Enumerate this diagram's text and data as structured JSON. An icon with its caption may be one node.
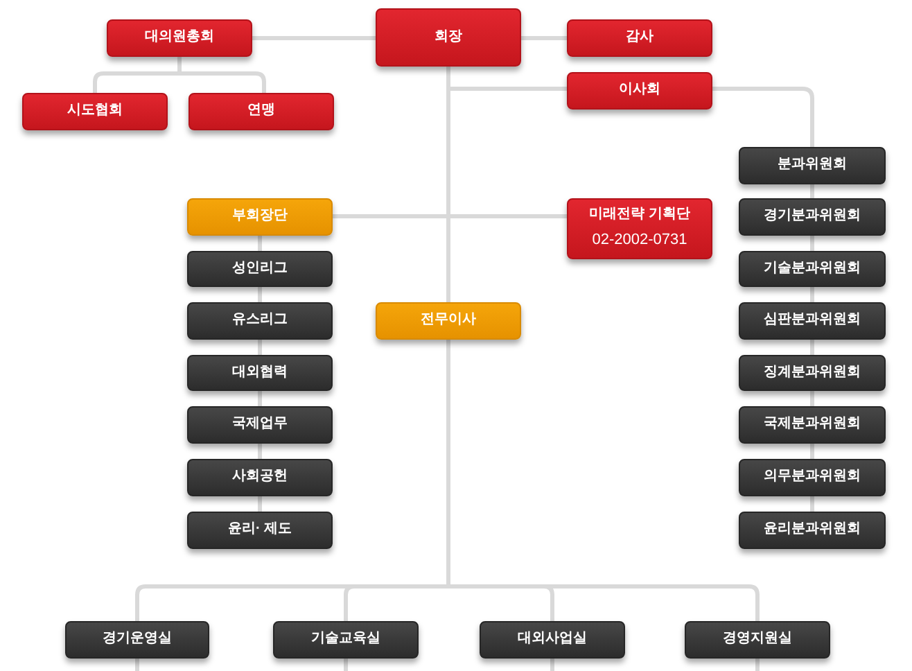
{
  "diagram": {
    "nodes": [
      {
        "text": [
          "대의원총회"
        ]
      },
      {
        "text": [
          "회장"
        ]
      },
      {
        "text": [
          "감사"
        ]
      },
      {
        "text": [
          "이사회"
        ]
      },
      {
        "text": [
          "시도협회"
        ]
      },
      {
        "text": [
          "연맹"
        ]
      },
      {
        "text": [
          "분과위원회"
        ]
      },
      {
        "text": [
          "부회장단"
        ]
      },
      {
        "text": [
          "미래전략 기획단",
          "02-2002-0731"
        ]
      },
      {
        "text": [
          "경기분과위원회"
        ]
      },
      {
        "text": [
          "성인리그"
        ]
      },
      {
        "text": [
          "기술분과위원회"
        ]
      },
      {
        "text": [
          "유스리그"
        ]
      },
      {
        "text": [
          "전무이사"
        ]
      },
      {
        "text": [
          "심판분과위원회"
        ]
      },
      {
        "text": [
          "대외협력"
        ]
      },
      {
        "text": [
          "징계분과위원회"
        ]
      },
      {
        "text": [
          "국제업무"
        ]
      },
      {
        "text": [
          "국제분과위원회"
        ]
      },
      {
        "text": [
          "사회공헌"
        ]
      },
      {
        "text": [
          "의무분과위원회"
        ]
      },
      {
        "text": [
          "윤리· 제도"
        ]
      },
      {
        "text": [
          "윤리분과위원회"
        ]
      },
      {
        "text": [
          "경기운영실"
        ]
      },
      {
        "text": [
          "기술교육실"
        ]
      },
      {
        "text": [
          "대외사업실"
        ]
      },
      {
        "text": [
          "경영지원실"
        ]
      }
    ],
    "edges": [
      {
        "from": 1,
        "to": 0,
        "arrow": "none"
      },
      {
        "from": 1,
        "to": 2,
        "arrow": "none"
      },
      {
        "from": 0,
        "to": 4,
        "arrow": "none"
      },
      {
        "from": 0,
        "to": 5,
        "arrow": "none"
      },
      {
        "from": 1,
        "to": 3,
        "arrow": "none"
      },
      {
        "from": 3,
        "to": 6,
        "arrow": "none"
      },
      {
        "from": 6,
        "to": 9,
        "arrow": "none"
      },
      {
        "from": 9,
        "to": 11,
        "arrow": "none"
      },
      {
        "from": 11,
        "to": 14,
        "arrow": "none"
      },
      {
        "from": 14,
        "to": 16,
        "arrow": "none"
      },
      {
        "from": 16,
        "to": 18,
        "arrow": "none"
      },
      {
        "from": 18,
        "to": 20,
        "arrow": "none"
      },
      {
        "from": 20,
        "to": 22,
        "arrow": "none"
      },
      {
        "from": 1,
        "to": 7,
        "arrow": "none"
      },
      {
        "from": 1,
        "to": 8,
        "arrow": "none"
      },
      {
        "from": 7,
        "to": 10,
        "arrow": "none"
      },
      {
        "from": 10,
        "to": 12,
        "arrow": "none"
      },
      {
        "from": 12,
        "to": 15,
        "arrow": "none"
      },
      {
        "from": 15,
        "to": 17,
        "arrow": "none"
      },
      {
        "from": 17,
        "to": 19,
        "arrow": "none"
      },
      {
        "from": 19,
        "to": 21,
        "arrow": "none"
      },
      {
        "from": 1,
        "to": 13,
        "arrow": "none"
      },
      {
        "from": 13,
        "to": 23,
        "arrow": "none"
      },
      {
        "from": 13,
        "to": 24,
        "arrow": "none"
      },
      {
        "from": 13,
        "to": 25,
        "arrow": "none"
      },
      {
        "from": 13,
        "to": 26,
        "arrow": "none"
      },
      {
        "from": 23,
        "to": null,
        "arrow": "none"
      },
      {
        "from": 24,
        "to": null,
        "arrow": "none"
      },
      {
        "from": 25,
        "to": null,
        "arrow": "none"
      },
      {
        "from": 26,
        "to": null,
        "arrow": "none"
      }
    ]
  }
}
